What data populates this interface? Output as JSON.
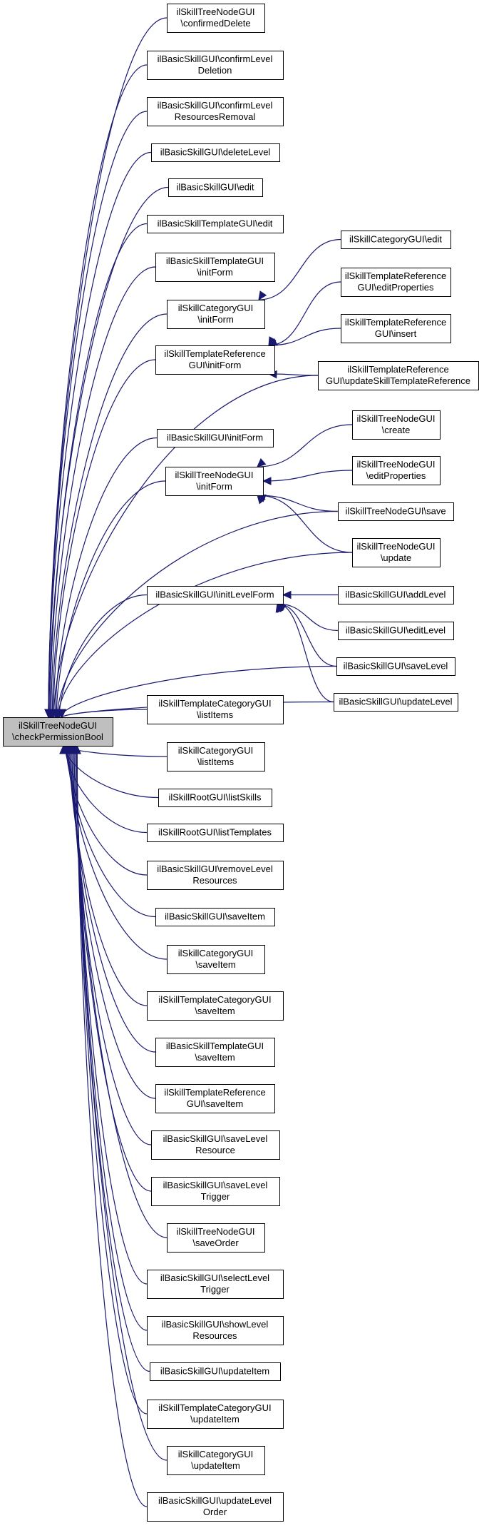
{
  "diagram": {
    "root": "root",
    "nodes": [
      {
        "id": "root",
        "lines": [
          "ilSkillTreeNodeGUI",
          "\\checkPermissionBool"
        ]
      },
      {
        "id": "confirmedDelete",
        "lines": [
          "ilSkillTreeNodeGUI",
          "\\confirmedDelete"
        ]
      },
      {
        "id": "confirmLevelDeletion",
        "lines": [
          "ilBasicSkillGUI\\confirmLevel",
          "Deletion"
        ]
      },
      {
        "id": "confirmLevelResourcesRemoval",
        "lines": [
          "ilBasicSkillGUI\\confirmLevel",
          "ResourcesRemoval"
        ]
      },
      {
        "id": "deleteLevel",
        "lines": [
          "ilBasicSkillGUI\\deleteLevel"
        ]
      },
      {
        "id": "bsEdit",
        "lines": [
          "ilBasicSkillGUI\\edit"
        ]
      },
      {
        "id": "bstEdit",
        "lines": [
          "ilBasicSkillTemplateGUI\\edit"
        ]
      },
      {
        "id": "bstInitForm",
        "lines": [
          "ilBasicSkillTemplateGUI",
          "\\initForm"
        ]
      },
      {
        "id": "catInitForm",
        "lines": [
          "ilSkillCategoryGUI",
          "\\initForm"
        ]
      },
      {
        "id": "catEdit",
        "lines": [
          "ilSkillCategoryGUI\\edit"
        ]
      },
      {
        "id": "trInitForm",
        "lines": [
          "ilSkillTemplateReference",
          "GUI\\initForm"
        ]
      },
      {
        "id": "trEditProperties",
        "lines": [
          "ilSkillTemplateReference",
          "GUI\\editProperties"
        ]
      },
      {
        "id": "trInsert",
        "lines": [
          "ilSkillTemplateReference",
          "GUI\\insert"
        ]
      },
      {
        "id": "trUpdate",
        "lines": [
          "ilSkillTemplateReference",
          "GUI\\updateSkillTemplateReference"
        ]
      },
      {
        "id": "bsInitForm",
        "lines": [
          "ilBasicSkillGUI\\initForm"
        ]
      },
      {
        "id": "tnInitForm",
        "lines": [
          "ilSkillTreeNodeGUI",
          "\\initForm"
        ]
      },
      {
        "id": "tnCreate",
        "lines": [
          "ilSkillTreeNodeGUI",
          "\\create"
        ]
      },
      {
        "id": "tnEditProperties",
        "lines": [
          "ilSkillTreeNodeGUI",
          "\\editProperties"
        ]
      },
      {
        "id": "tnSave",
        "lines": [
          "ilSkillTreeNodeGUI\\save"
        ]
      },
      {
        "id": "tnUpdate",
        "lines": [
          "ilSkillTreeNodeGUI",
          "\\update"
        ]
      },
      {
        "id": "bsInitLevelForm",
        "lines": [
          "ilBasicSkillGUI\\initLevelForm"
        ]
      },
      {
        "id": "bsAddLevel",
        "lines": [
          "ilBasicSkillGUI\\addLevel"
        ]
      },
      {
        "id": "bsEditLevel",
        "lines": [
          "ilBasicSkillGUI\\editLevel"
        ]
      },
      {
        "id": "bsSaveLevel",
        "lines": [
          "ilBasicSkillGUI\\saveLevel"
        ]
      },
      {
        "id": "bsUpdateLevel",
        "lines": [
          "ilBasicSkillGUI\\updateLevel"
        ]
      },
      {
        "id": "tcListItems",
        "lines": [
          "ilSkillTemplateCategoryGUI",
          "\\listItems"
        ]
      },
      {
        "id": "catListItems",
        "lines": [
          "ilSkillCategoryGUI",
          "\\listItems"
        ]
      },
      {
        "id": "rootListSkills",
        "lines": [
          "ilSkillRootGUI\\listSkills"
        ]
      },
      {
        "id": "rootListTemplates",
        "lines": [
          "ilSkillRootGUI\\listTemplates"
        ]
      },
      {
        "id": "bsRemoveLevelResources",
        "lines": [
          "ilBasicSkillGUI\\removeLevel",
          "Resources"
        ]
      },
      {
        "id": "bsSaveItem",
        "lines": [
          "ilBasicSkillGUI\\saveItem"
        ]
      },
      {
        "id": "catSaveItem",
        "lines": [
          "ilSkillCategoryGUI",
          "\\saveItem"
        ]
      },
      {
        "id": "tcSaveItem",
        "lines": [
          "ilSkillTemplateCategoryGUI",
          "\\saveItem"
        ]
      },
      {
        "id": "bstSaveItem",
        "lines": [
          "ilBasicSkillTemplateGUI",
          "\\saveItem"
        ]
      },
      {
        "id": "trSaveItem",
        "lines": [
          "ilSkillTemplateReference",
          "GUI\\saveItem"
        ]
      },
      {
        "id": "bsSaveLevelResource",
        "lines": [
          "ilBasicSkillGUI\\saveLevel",
          "Resource"
        ]
      },
      {
        "id": "bsSaveLevelTrigger",
        "lines": [
          "ilBasicSkillGUI\\saveLevel",
          "Trigger"
        ]
      },
      {
        "id": "tnSaveOrder",
        "lines": [
          "ilSkillTreeNodeGUI",
          "\\saveOrder"
        ]
      },
      {
        "id": "bsSelectLevelTrigger",
        "lines": [
          "ilBasicSkillGUI\\selectLevel",
          "Trigger"
        ]
      },
      {
        "id": "bsShowLevelResources",
        "lines": [
          "ilBasicSkillGUI\\showLevel",
          "Resources"
        ]
      },
      {
        "id": "bsUpdateItem",
        "lines": [
          "ilBasicSkillGUI\\updateItem"
        ]
      },
      {
        "id": "tcUpdateItem",
        "lines": [
          "ilSkillTemplateCategoryGUI",
          "\\updateItem"
        ]
      },
      {
        "id": "catUpdateItem",
        "lines": [
          "ilSkillCategoryGUI",
          "\\updateItem"
        ]
      },
      {
        "id": "bsUpdateLevelOrder",
        "lines": [
          "ilBasicSkillGUI\\updateLevel",
          "Order"
        ]
      }
    ],
    "edges": [
      {
        "from": "confirmedDelete",
        "to": "root"
      },
      {
        "from": "confirmLevelDeletion",
        "to": "root"
      },
      {
        "from": "confirmLevelResourcesRemoval",
        "to": "root"
      },
      {
        "from": "deleteLevel",
        "to": "root"
      },
      {
        "from": "bsEdit",
        "to": "root"
      },
      {
        "from": "bstEdit",
        "to": "root"
      },
      {
        "from": "bstInitForm",
        "to": "root"
      },
      {
        "from": "catInitForm",
        "to": "root"
      },
      {
        "from": "catEdit",
        "to": "catInitForm"
      },
      {
        "from": "trInitForm",
        "to": "root"
      },
      {
        "from": "trEditProperties",
        "to": "trInitForm"
      },
      {
        "from": "trInsert",
        "to": "trInitForm"
      },
      {
        "from": "trUpdate",
        "to": "trInitForm"
      },
      {
        "from": "trUpdate",
        "to": "root"
      },
      {
        "from": "bsInitForm",
        "to": "root"
      },
      {
        "from": "tnInitForm",
        "to": "root"
      },
      {
        "from": "tnCreate",
        "to": "tnInitForm"
      },
      {
        "from": "tnEditProperties",
        "to": "tnInitForm"
      },
      {
        "from": "tnSave",
        "to": "tnInitForm"
      },
      {
        "from": "tnUpdate",
        "to": "tnInitForm"
      },
      {
        "from": "tnSave",
        "to": "root"
      },
      {
        "from": "tnUpdate",
        "to": "root"
      },
      {
        "from": "bsInitLevelForm",
        "to": "root"
      },
      {
        "from": "bsAddLevel",
        "to": "bsInitLevelForm"
      },
      {
        "from": "bsEditLevel",
        "to": "bsInitLevelForm"
      },
      {
        "from": "bsSaveLevel",
        "to": "bsInitLevelForm"
      },
      {
        "from": "bsUpdateLevel",
        "to": "bsInitLevelForm"
      },
      {
        "from": "bsSaveLevel",
        "to": "root"
      },
      {
        "from": "bsUpdateLevel",
        "to": "root"
      },
      {
        "from": "tcListItems",
        "to": "root"
      },
      {
        "from": "catListItems",
        "to": "root"
      },
      {
        "from": "rootListSkills",
        "to": "root"
      },
      {
        "from": "rootListTemplates",
        "to": "root"
      },
      {
        "from": "bsRemoveLevelResources",
        "to": "root"
      },
      {
        "from": "bsSaveItem",
        "to": "root"
      },
      {
        "from": "catSaveItem",
        "to": "root"
      },
      {
        "from": "tcSaveItem",
        "to": "root"
      },
      {
        "from": "bstSaveItem",
        "to": "root"
      },
      {
        "from": "trSaveItem",
        "to": "root"
      },
      {
        "from": "bsSaveLevelResource",
        "to": "root"
      },
      {
        "from": "bsSaveLevelTrigger",
        "to": "root"
      },
      {
        "from": "tnSaveOrder",
        "to": "root"
      },
      {
        "from": "bsSelectLevelTrigger",
        "to": "root"
      },
      {
        "from": "bsShowLevelResources",
        "to": "root"
      },
      {
        "from": "bsUpdateItem",
        "to": "root"
      },
      {
        "from": "tcUpdateItem",
        "to": "root"
      },
      {
        "from": "catUpdateItem",
        "to": "root"
      },
      {
        "from": "bsUpdateLevelOrder",
        "to": "root"
      }
    ],
    "colors": {
      "edge": "#191970",
      "node_border": "#000000",
      "root_fill": "#bfbfbf",
      "node_fill": "#ffffff"
    }
  }
}
